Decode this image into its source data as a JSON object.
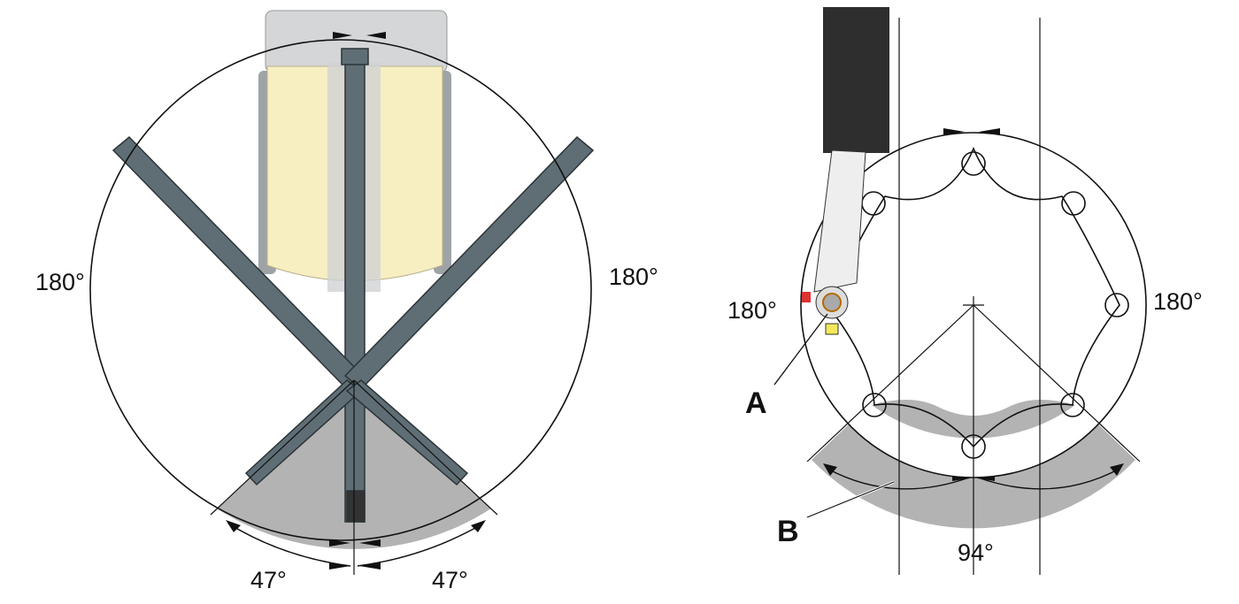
{
  "left_diagram": {
    "label_left": "180°",
    "label_right": "180°",
    "label_bottom_left": "47°",
    "label_bottom_right": "47°"
  },
  "right_diagram": {
    "label_left": "180°",
    "label_right": "180°",
    "label_bottom": "94°",
    "callout_a": "A",
    "callout_b": "B"
  },
  "colors": {
    "boom": "#5f6e75",
    "cab": "#f7efc2",
    "sector": "#b3b3b3",
    "outline": "#111111"
  }
}
